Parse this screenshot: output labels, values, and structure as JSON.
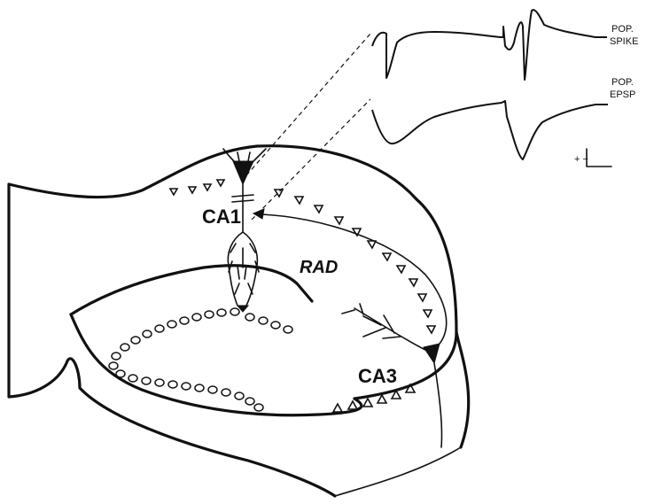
{
  "figure": {
    "labels": {
      "ca1": "CA1",
      "ca3": "CA3",
      "rad": "RAD"
    },
    "traces": {
      "pop_spike_line1": "POP.",
      "pop_spike_line2": "SPIKE",
      "pop_epsp_line1": "POP.",
      "pop_epsp_line2": "EPSP"
    },
    "scale_bar_marks": "+ −"
  }
}
